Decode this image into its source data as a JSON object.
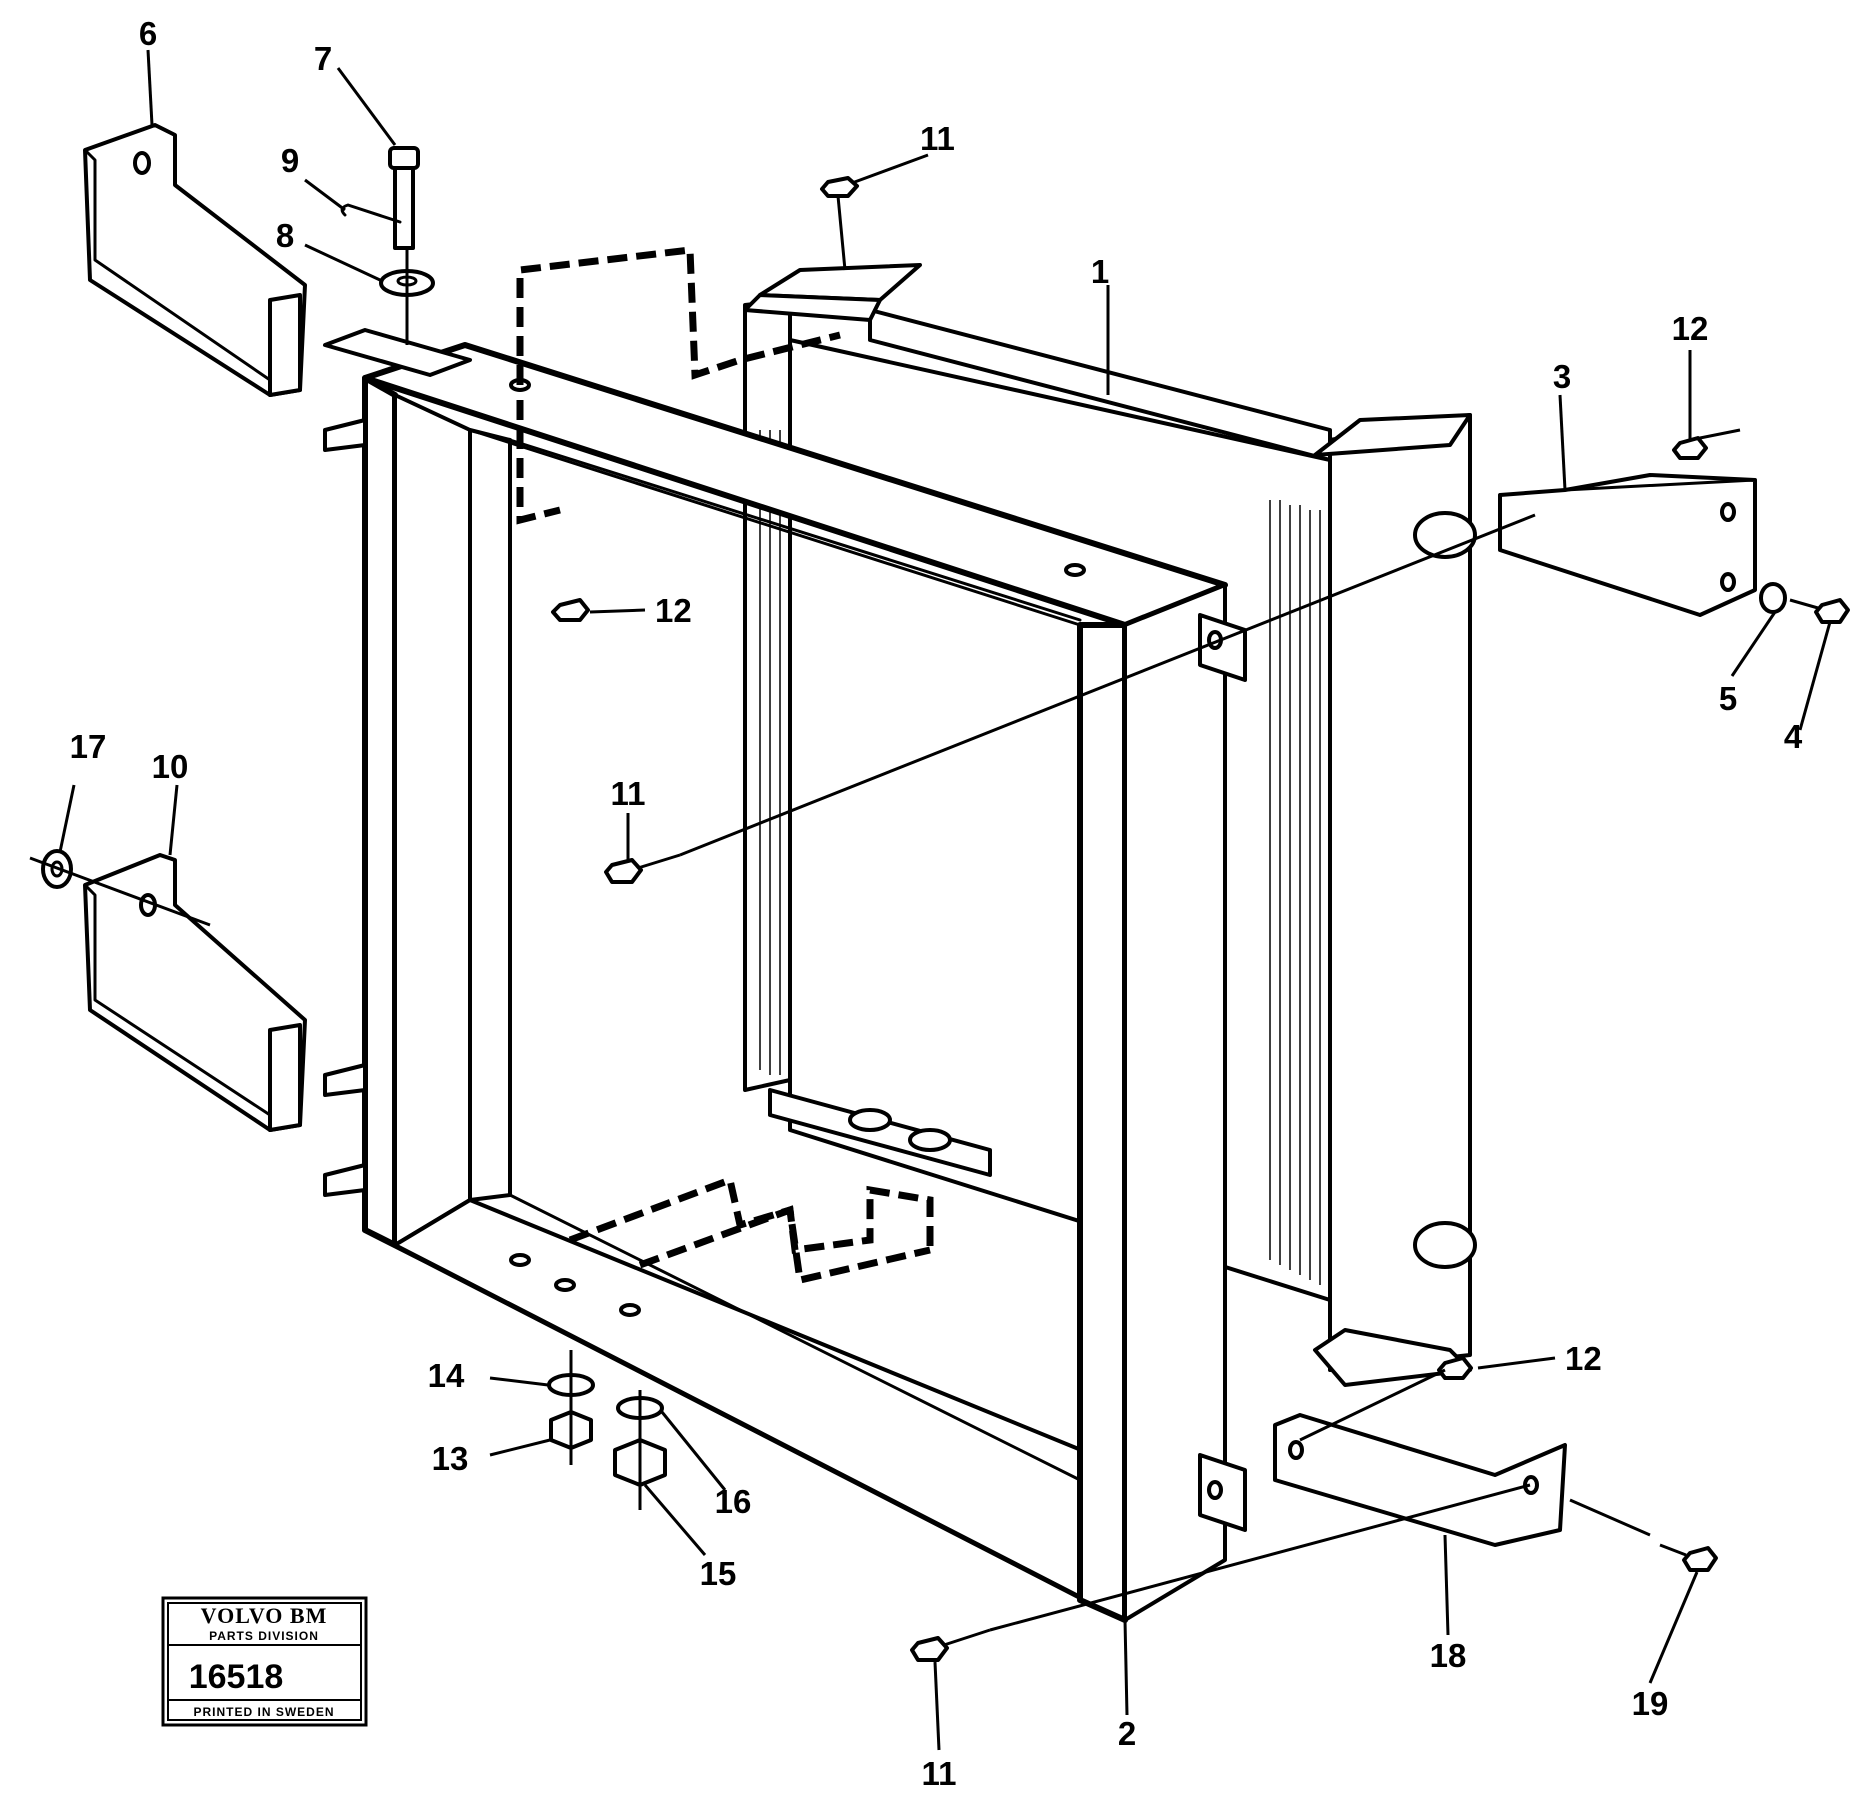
{
  "drawing": {
    "callouts": {
      "c1": "1",
      "c2": "2",
      "c3": "3",
      "c4": "4",
      "c5": "5",
      "c6": "6",
      "c7": "7",
      "c8": "8",
      "c9": "9",
      "c10": "10",
      "c11a": "11",
      "c11b": "11",
      "c11c": "11",
      "c12a": "12",
      "c12b": "12",
      "c12c": "12",
      "c13": "13",
      "c14": "14",
      "c15": "15",
      "c16": "16",
      "c17": "17",
      "c18": "18",
      "c19": "19"
    }
  },
  "plate": {
    "brand": "VOLVO BM",
    "division": "PARTS DIVISION",
    "number": "16518",
    "printed": "PRINTED IN SWEDEN"
  }
}
